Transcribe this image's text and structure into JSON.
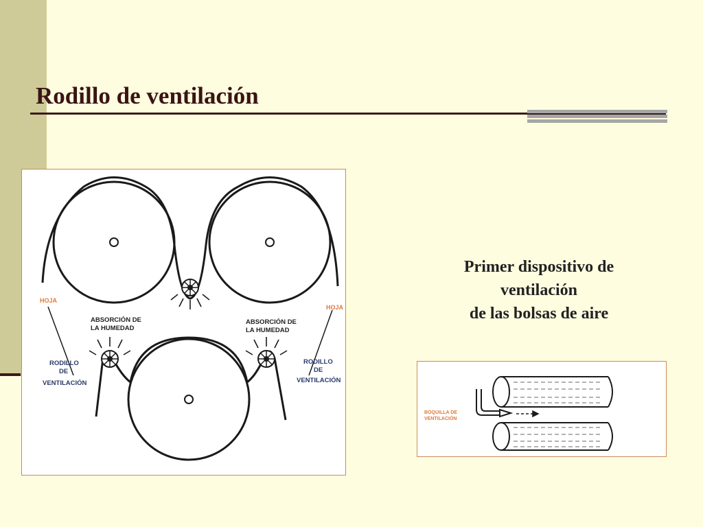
{
  "slide": {
    "title": "Rodillo de ventilación"
  },
  "diagram": {
    "label_sheet_left": "HOJA",
    "label_sheet_right": "HOJA",
    "label_absorption_left_1": "ABSORCIÓN DE",
    "label_absorption_left_2": "LA HUMEDAD",
    "label_absorption_right_1": "ABSORCIÓN DE",
    "label_absorption_right_2": "LA HUMEDAD",
    "label_roller_left_1": "RODILLO",
    "label_roller_left_2": "DE",
    "label_roller_left_3": "VENTILACIÓN",
    "label_roller_right_1": "RODILLO",
    "label_roller_right_2": "DE",
    "label_roller_right_3": "VENTILACIÓN"
  },
  "caption": {
    "line1": "Primer dispositivo de",
    "line2": "ventilación",
    "line3": "de las bolsas de aire"
  },
  "nozzle_diagram": {
    "label_1": "BOQUILLA DE",
    "label_2": "VENTILACIÓN"
  }
}
